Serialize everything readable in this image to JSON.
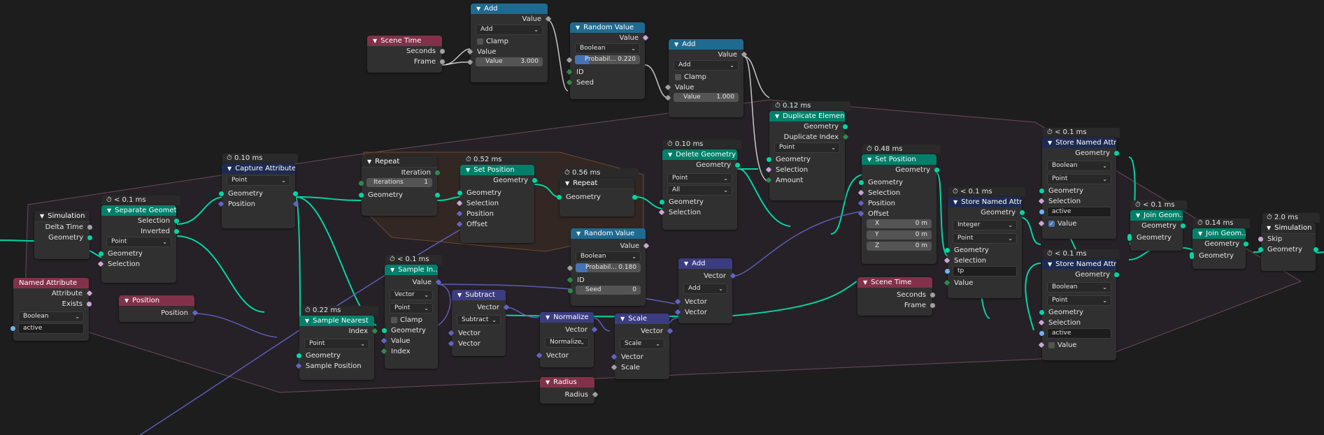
{
  "nodes": {
    "add1": {
      "title": "Add",
      "value_out": "Value",
      "op": "Add",
      "clamp": "Clamp",
      "value_in": "Value",
      "value2_label": "Value",
      "value2": "3.000"
    },
    "scene_time1": {
      "title": "Scene Time",
      "seconds": "Seconds",
      "frame": "Frame"
    },
    "random1": {
      "title": "Random Value",
      "value_out": "Value",
      "type": "Boolean",
      "prob_label": "Probabil...",
      "prob": "0.220",
      "id": "ID",
      "seed": "Seed"
    },
    "add2": {
      "title": "Add",
      "value_out": "Value",
      "op": "Add",
      "clamp": "Clamp",
      "value_in": "Value",
      "value2_label": "Value",
      "value2": "1.000"
    },
    "duplicate": {
      "timer": "0.12 ms",
      "title": "Duplicate Elements",
      "geometry_out": "Geometry",
      "dup_index": "Duplicate Index",
      "domain": "Point",
      "geometry_in": "Geometry",
      "selection": "Selection",
      "amount": "Amount"
    },
    "simulation_in": {
      "title": "Simulation",
      "delta": "Delta Time",
      "geometry": "Geometry"
    },
    "separate": {
      "timer": "< 0.1 ms",
      "title": "Separate Geometry",
      "selection_out": "Selection",
      "inverted": "Inverted",
      "domain": "Point",
      "geometry_in": "Geometry",
      "selection_in": "Selection"
    },
    "capture": {
      "timer": "0.10 ms",
      "title": "Capture Attribute",
      "domain": "Point",
      "geometry": "Geometry",
      "position": "Position"
    },
    "repeat_in": {
      "title": "Repeat",
      "iteration": "Iteration",
      "iterations_label": "Iterations",
      "iterations": "1",
      "geometry": "Geometry"
    },
    "setpos1": {
      "timer": "0.52 ms",
      "title": "Set Position",
      "geometry_out": "Geometry",
      "geometry_in": "Geometry",
      "selection": "Selection",
      "position": "Position",
      "offset": "Offset"
    },
    "repeat_out": {
      "timer": "0.56 ms",
      "title": "Repeat",
      "geometry": "Geometry"
    },
    "delete": {
      "timer": "0.10 ms",
      "title": "Delete Geometry",
      "geometry_out": "Geometry",
      "domain": "Point",
      "mode": "All",
      "geometry_in": "Geometry",
      "selection": "Selection"
    },
    "setpos2": {
      "timer": "0.48 ms",
      "title": "Set Position",
      "geometry_out": "Geometry",
      "geometry_in": "Geometry",
      "selection": "Selection",
      "position": "Position",
      "offset": "Offset",
      "x_label": "X",
      "x": "0 m",
      "y_label": "Y",
      "y": "0 m",
      "z_label": "Z",
      "z": "0 m"
    },
    "store1": {
      "timer": "< 0.1 ms",
      "title": "Store Named Attri...",
      "geometry_out": "Geometry",
      "type": "Integer",
      "domain": "Point",
      "geometry_in": "Geometry",
      "selection": "Selection",
      "name": "tp",
      "value": "Value"
    },
    "store2": {
      "timer": "< 0.1 ms",
      "title": "Store Named Attrib...",
      "geometry_out": "Geometry",
      "type": "Boolean",
      "domain": "Point",
      "geometry_in": "Geometry",
      "selection": "Selection",
      "name": "active",
      "value": "Value"
    },
    "join1": {
      "timer": "< 0.1 ms",
      "title": "Join Geom...",
      "geometry_out": "Geometry",
      "geometry_in": "Geometry"
    },
    "join2": {
      "timer": "0.14 ms",
      "title": "Join Geom...",
      "geometry_out": "Geometry",
      "geometry_in": "Geometry"
    },
    "simulation_out": {
      "timer": "2.0 ms",
      "title": "Simulation",
      "skip": "Skip",
      "geometry": "Geometry"
    },
    "store3": {
      "timer": "< 0.1 ms",
      "title": "Store Named Attri...",
      "geometry_out": "Geometry",
      "type": "Boolean",
      "domain": "Point",
      "geometry_in": "Geometry",
      "selection": "Selection",
      "name": "active",
      "value": "Value"
    },
    "named_attr": {
      "title": "Named Attribute",
      "attribute": "Attribute",
      "exists": "Exists",
      "type": "Boolean",
      "name": "active"
    },
    "position": {
      "title": "Position",
      "position": "Position"
    },
    "sample_nearest": {
      "timer": "0.22 ms",
      "title": "Sample Nearest",
      "index": "Index",
      "domain": "Point",
      "geometry": "Geometry",
      "sample_pos": "Sample Position"
    },
    "sample_index": {
      "timer": "< 0.1 ms",
      "title": "Sample In...",
      "value": "Value",
      "type": "Vector",
      "domain": "Point",
      "clamp": "Clamp",
      "geometry": "Geometry",
      "value_in": "Value",
      "index": "Index"
    },
    "subtract": {
      "title": "Subtract",
      "vector_out": "Vector",
      "op": "Subtract",
      "vec1": "Vector",
      "vec2": "Vector"
    },
    "random2": {
      "title": "Random Value",
      "value_out": "Value",
      "type": "Boolean",
      "prob_label": "Probabil...",
      "prob": "0.180",
      "id": "ID",
      "seed_label": "Seed",
      "seed": "0"
    },
    "normalize": {
      "title": "Normalize",
      "vector_out": "Vector",
      "op": "Normalize",
      "vector_in": "Vector"
    },
    "scale": {
      "title": "Scale",
      "vector_out": "Vector",
      "op": "Scale",
      "vector_in": "Vector",
      "scale": "Scale"
    },
    "add_vec": {
      "title": "Add",
      "vector_out": "Vector",
      "op": "Add",
      "vec1": "Vector",
      "vec2": "Vector"
    },
    "radius": {
      "title": "Radius",
      "radius": "Radius"
    },
    "scene_time2": {
      "title": "Scene Time",
      "seconds": "Seconds",
      "frame": "Frame"
    }
  },
  "colors": {
    "geometry_socket": "#00d6a3",
    "vector_socket": "#6363c7",
    "float_socket": "#a1a1a1",
    "bool_socket": "#cca6d6",
    "input_header": "#83314a",
    "geometry_header": "#00806a",
    "function_header": "#1f6a8f",
    "vector_header": "#3c3c83",
    "attribute_header": "#1d2b52"
  },
  "icons": {
    "timer": "stopwatch-icon",
    "collapse": "chevron-down-icon",
    "dropdown": "chevron-down-icon",
    "check": "checkmark-icon"
  }
}
